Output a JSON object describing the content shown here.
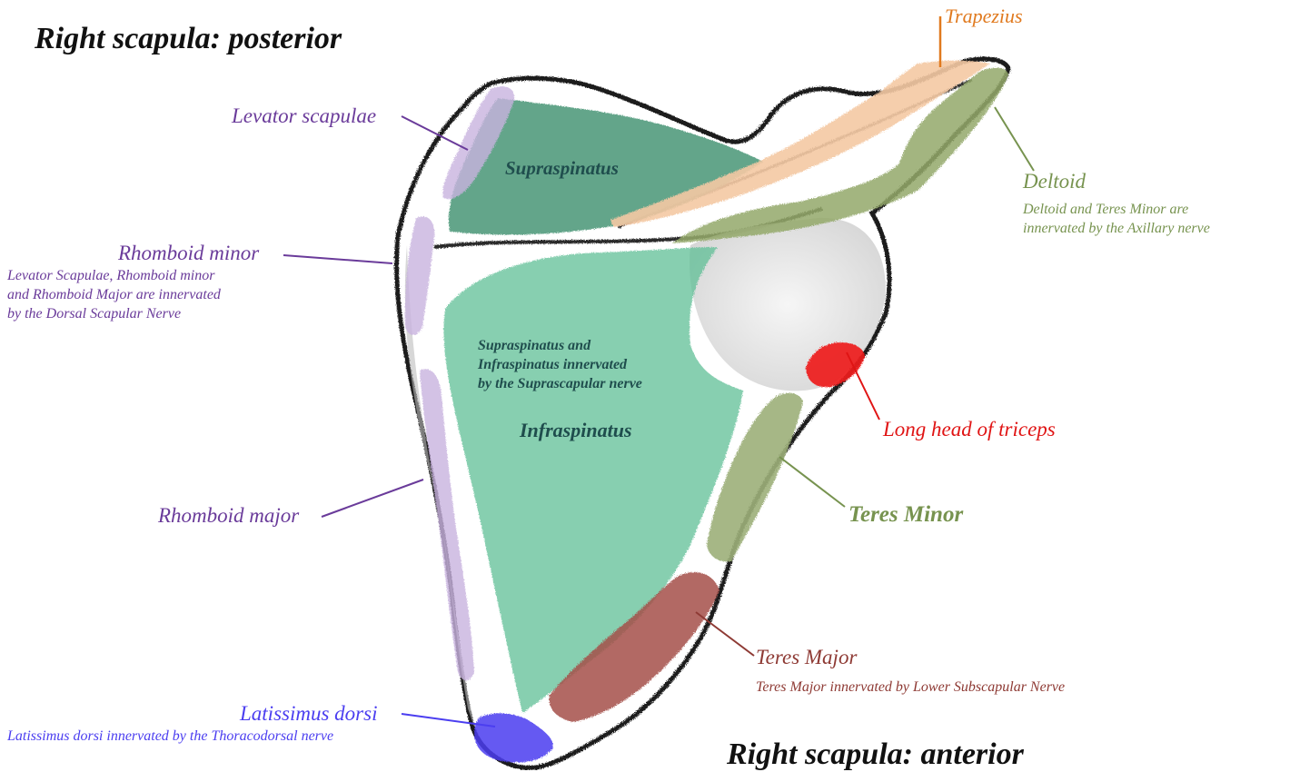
{
  "titles": {
    "posterior": "Right scapula: posterior",
    "anterior": "Right scapula: anterior"
  },
  "colors": {
    "purple": "#6a3b9a",
    "orange": "#e07a1f",
    "olive": "#77934f",
    "red": "#e01414",
    "brown": "#8e3a34",
    "blue": "#4b3ef0",
    "teal_text": "#1f4d4d"
  },
  "labels": {
    "levator_scapulae": "Levator scapulae",
    "rhomboid_minor": "Rhomboid minor",
    "rhomboid_minor_note": "Levator Scapulae, Rhomboid minor\nand Rhomboid Major are innervated\nby the Dorsal Scapular Nerve",
    "rhomboid_major": "Rhomboid major",
    "latissimus_dorsi": "Latissimus dorsi",
    "latissimus_dorsi_note": "Latissimus dorsi innervated by the Thoracodorsal nerve",
    "trapezius": "Trapezius",
    "deltoid": "Deltoid",
    "deltoid_note": "Deltoid and Teres Minor are\ninnervated by the Axillary nerve",
    "long_head_triceps": "Long head of triceps",
    "teres_minor": "Teres Minor",
    "teres_major": "Teres Major",
    "teres_major_note": "Teres Major innervated by Lower Subscapular Nerve",
    "supraspinatus": "Supraspinatus",
    "infraspinatus": "Infraspinatus",
    "supra_infra_note": "Supraspinatus and\nInfraspinatus innervated\nby the Suprascapular nerve"
  }
}
